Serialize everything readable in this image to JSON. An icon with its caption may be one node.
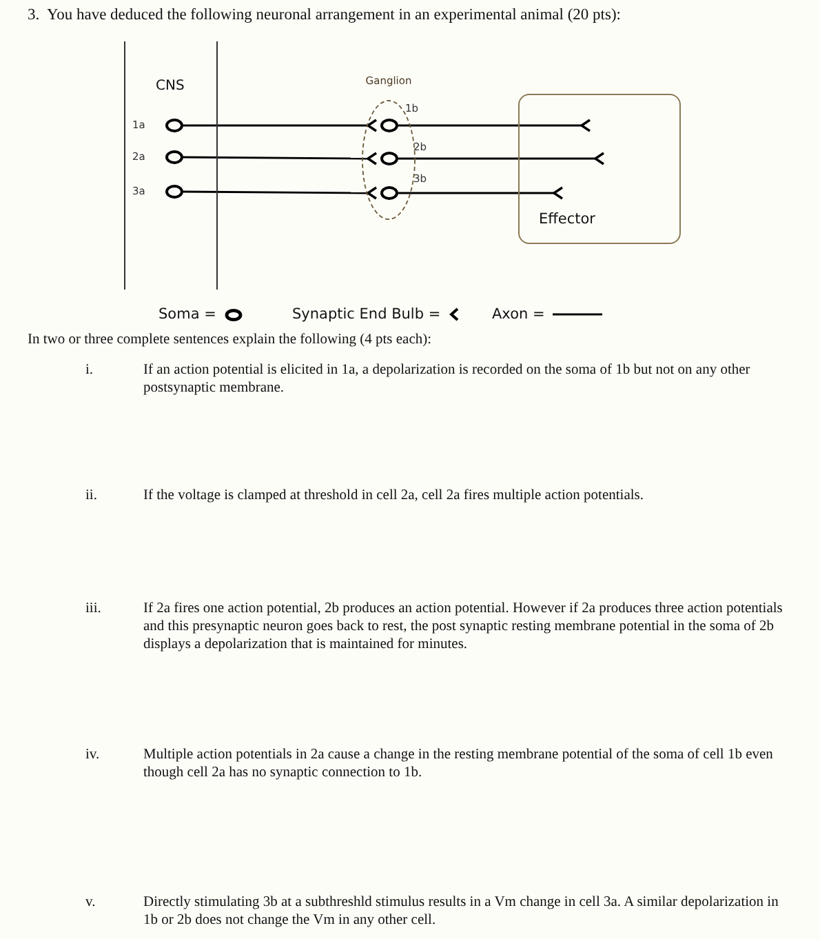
{
  "diagram": {
    "title": "3.  You have deduced the following neuronal arrangement in an experimental animal (20 pts):",
    "nodes": [
      {
        "text": [
          "CNS"
        ]
      },
      {
        "text": [],
        "shape": "circle",
        "in": 0,
        "beside": [
          "1a"
        ]
      },
      {
        "text": [],
        "shape": "circle",
        "in": 0,
        "beside": [
          "2a"
        ]
      },
      {
        "text": [],
        "shape": "circle",
        "in": 0,
        "beside": [
          "3a"
        ]
      },
      {
        "text": [
          "Ganglion"
        ]
      },
      {
        "text": [],
        "shape": "circle",
        "in": 4,
        "beside": [
          "1b"
        ]
      },
      {
        "text": [],
        "shape": "circle",
        "in": 4,
        "beside": [
          "2b"
        ]
      },
      {
        "text": [],
        "shape": "circle",
        "in": 4,
        "beside": [
          "3b"
        ]
      },
      {
        "text": [
          "Effector"
        ]
      }
    ],
    "edges": [
      {
        "from": 1,
        "to": 5,
        "arrow": "other"
      },
      {
        "from": 2,
        "to": 6,
        "arrow": "other"
      },
      {
        "from": 3,
        "to": 7,
        "arrow": "other"
      },
      {
        "from": 5,
        "to": 8,
        "arrow": "other"
      },
      {
        "from": 6,
        "to": 8,
        "arrow": "other"
      },
      {
        "from": 7,
        "to": 8,
        "arrow": "other"
      }
    ],
    "labels": [
      "In two or three complete sentences explain the following (4 pts each):",
      "i.",
      "If an action potential is elicited in 1a, a depolarization is recorded on the soma of 1b but not on any other postsynaptic membrane.",
      "ii.",
      "If the voltage is clamped at threshold in cell 2a, cell 2a fires multiple action potentials.",
      "iii.",
      "If 2a fires one action potential, 2b produces an action potential. However if 2a produces three action potentials and this presynaptic neuron goes back to rest, the post synaptic resting membrane potential in the soma of 2b displays a depolarization that is maintained for minutes.",
      "iv.",
      "Multiple action potentials in 2a cause a change in the resting membrane potential of the soma of cell 1b even though cell 2a has no synaptic connection to 1b.",
      "v.",
      "Directly stimulating 3b at a subthreshld stimulus results in a Vm change in cell 3a. A similar depolarization in 1b or 2b does not change the Vm in any other cell."
    ],
    "legend": [
      {
        "text": "Soma ="
      },
      {
        "text": "Synaptic End Bulb ="
      },
      {
        "text": "Axon ="
      }
    ]
  }
}
